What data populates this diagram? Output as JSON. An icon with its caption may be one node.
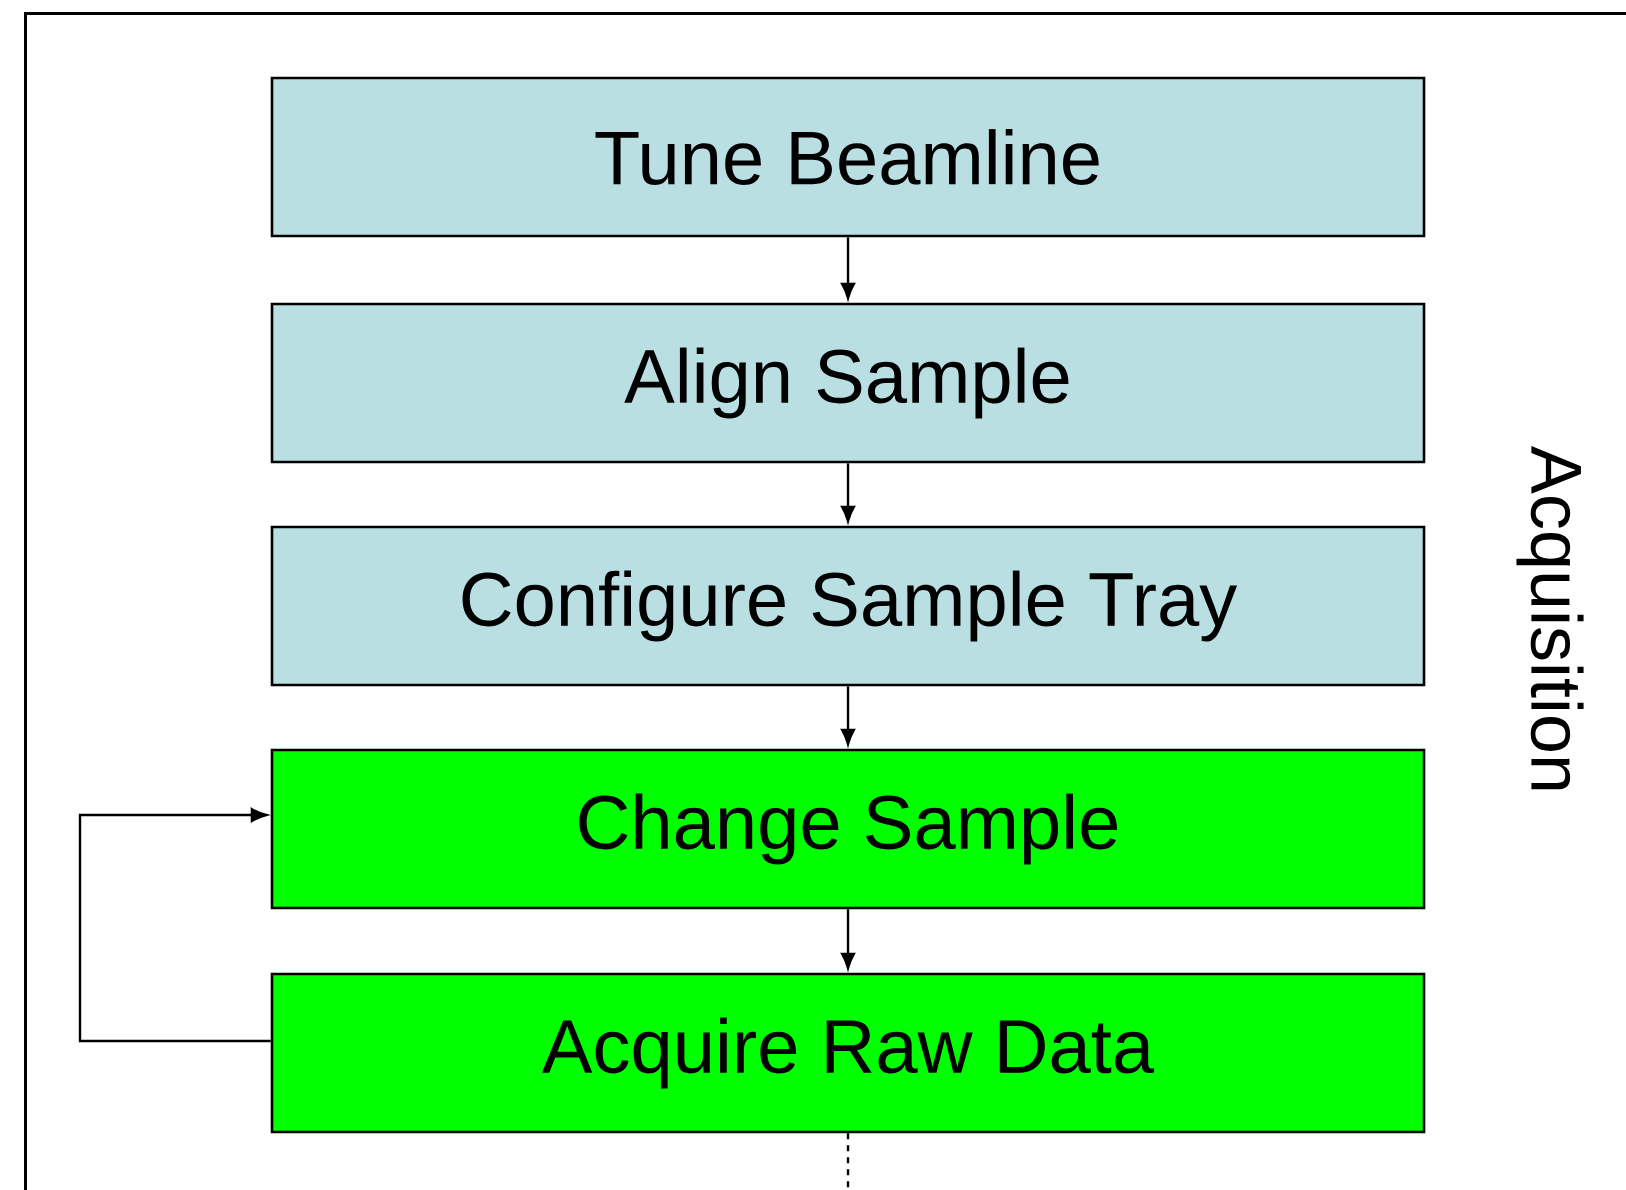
{
  "diagram": {
    "nodes": [
      {
        "text": [
          "Acquisition"
        ]
      },
      {
        "text": [
          "Tune Beamline"
        ],
        "in": 0
      },
      {
        "text": [
          "Align Sample"
        ],
        "in": 0
      },
      {
        "text": [
          "Configure Sample Tray"
        ],
        "in": 0
      },
      {
        "text": [
          "Change Sample"
        ],
        "in": 0
      },
      {
        "text": [
          "Acquire Raw Data"
        ],
        "in": 0
      }
    ],
    "edges": [
      {
        "from": 1,
        "to": 2,
        "arrow": "to"
      },
      {
        "from": 2,
        "to": 3,
        "arrow": "to"
      },
      {
        "from": 3,
        "to": 4,
        "arrow": "to"
      },
      {
        "from": 4,
        "to": 5,
        "arrow": "to"
      },
      {
        "from": 5,
        "to": 4,
        "arrow": "to"
      },
      {
        "from": 5,
        "to": null,
        "arrow": "none",
        "style": "dashed"
      }
    ]
  }
}
